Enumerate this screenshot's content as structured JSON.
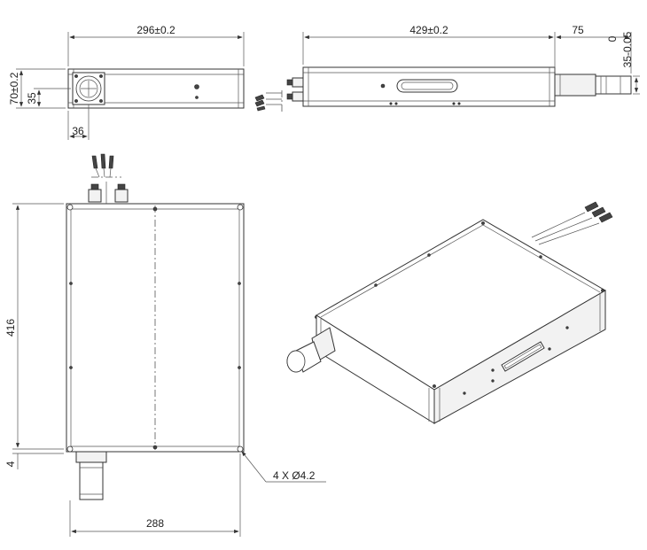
{
  "dimensions": {
    "top_width": "296±0.2",
    "top_height": "70±0.2",
    "connector_height": "35",
    "connector_offset": "36",
    "side_length": "429±0.2",
    "side_tail": "75",
    "side_tol_top": "0",
    "side_tol_bottom": "35-0.05",
    "plan_height": "416",
    "plan_offset": "4",
    "plan_width": "288",
    "mount_holes": "4 X Ø4.2"
  }
}
